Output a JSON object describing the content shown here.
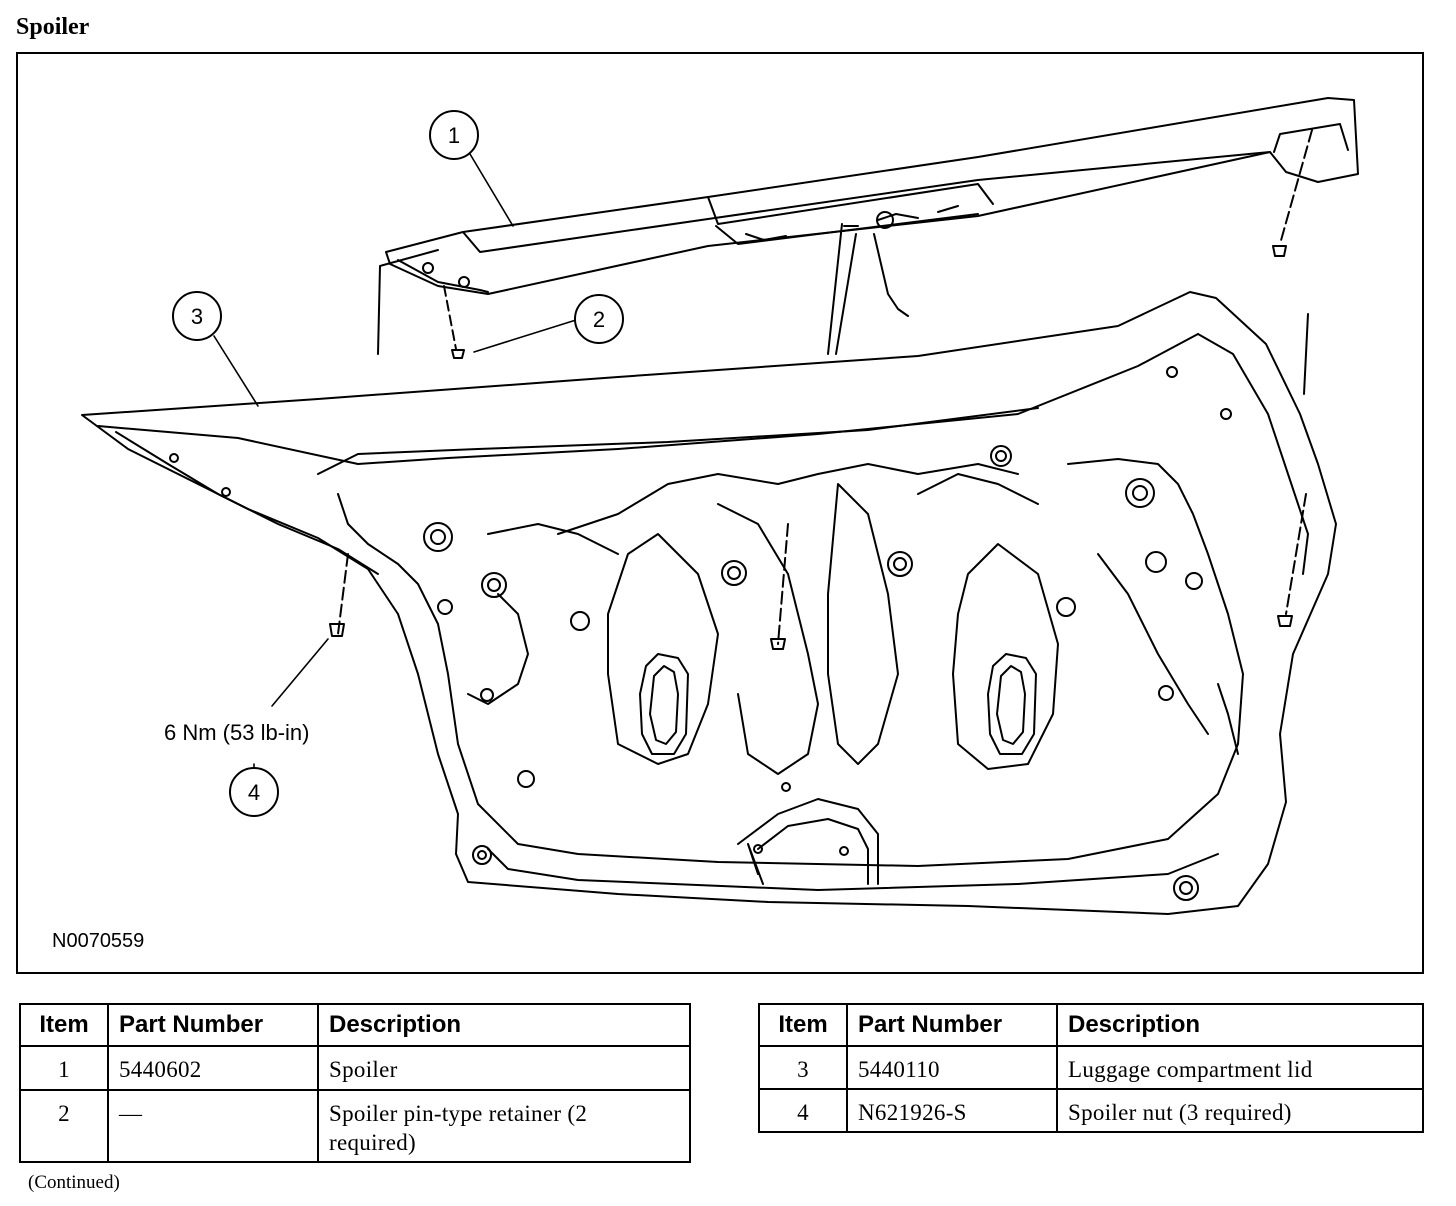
{
  "section_title": "Spoiler",
  "figure": {
    "callouts": [
      "1",
      "2",
      "3",
      "4"
    ],
    "torque_spec": "6 Nm (53 lb-in)",
    "figure_id": "N0070559"
  },
  "tables": [
    {
      "headers": {
        "item": "Item",
        "part_number": "Part Number",
        "description": "Description"
      },
      "rows": [
        {
          "item": "1",
          "part_number": "5440602",
          "description": "Spoiler"
        },
        {
          "item": "2",
          "part_number": "—",
          "description": "Spoiler pin-type retainer (2 required)"
        }
      ]
    },
    {
      "headers": {
        "item": "Item",
        "part_number": "Part Number",
        "description": "Description"
      },
      "rows": [
        {
          "item": "3",
          "part_number": "5440110",
          "description": "Luggage compartment lid"
        },
        {
          "item": "4",
          "part_number": "N621926-S",
          "description": "Spoiler nut (3 required)"
        }
      ]
    }
  ],
  "continued_note": "(Continued)"
}
